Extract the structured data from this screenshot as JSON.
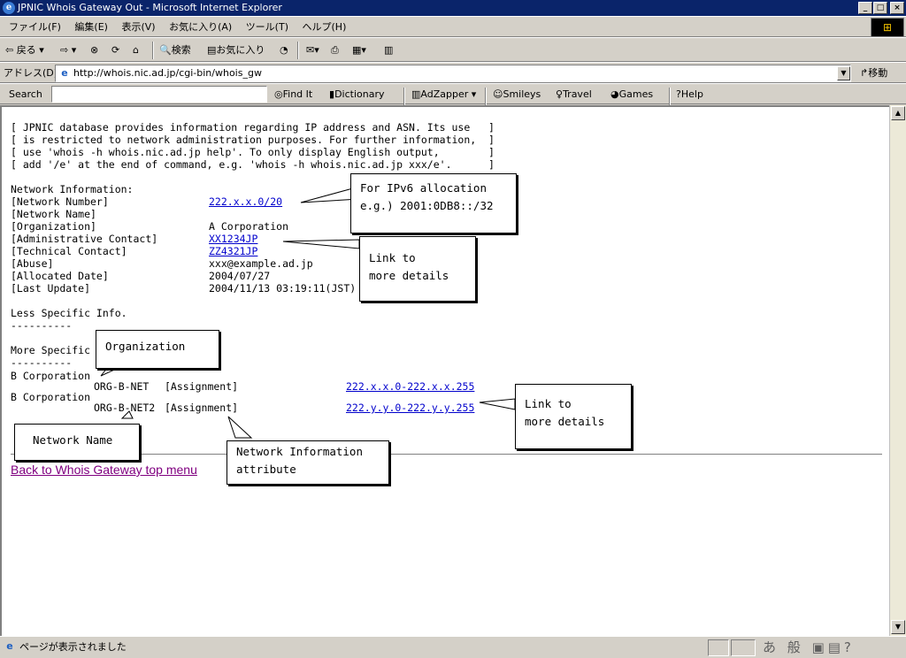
{
  "window": {
    "title": "JPNIC Whois Gateway Out - Microsoft Internet Explorer"
  },
  "menubar": {
    "items": [
      "ファイル(F)",
      "編集(E)",
      "表示(V)",
      "お気に入り(A)",
      "ツール(T)",
      "ヘルプ(H)"
    ]
  },
  "toolbar": {
    "back": "戻る",
    "search": "検索",
    "favorites": "お気に入り"
  },
  "address": {
    "label": "アドレス(D)",
    "url": "http://whois.nic.ad.jp/cgi-bin/whois_gw",
    "go": "移動"
  },
  "searchbar": {
    "label": "Search",
    "input_value": "",
    "find_it": "Find It",
    "dictionary": "Dictionary",
    "adzapper": "AdZapper",
    "smileys": "Smileys",
    "travel": "Travel",
    "games": "Games",
    "help": "Help"
  },
  "page": {
    "notice": [
      "[ JPNIC database provides information regarding IP address and ASN. Its use   ]",
      "[ is restricted to network administration purposes. For further information,  ]",
      "[ use 'whois -h whois.nic.ad.jp help'. To only display English output,        ]",
      "[ add '/e' at the end of command, e.g. 'whois -h whois.nic.ad.jp xxx/e'.      ]"
    ],
    "network_info_heading": "Network Information:",
    "fields": [
      {
        "label": "[Network Number]",
        "value": "222.x.x.0/20",
        "link": true
      },
      {
        "label": "[Network Name]",
        "value": "",
        "link": false
      },
      {
        "label": "[Organization]",
        "value": "A Corporation",
        "link": false
      },
      {
        "label": "[Administrative Contact]",
        "value": "XX1234JP",
        "link": true
      },
      {
        "label": "[Technical Contact]",
        "value": "ZZ4321JP",
        "link": true
      },
      {
        "label": "[Abuse]",
        "value": "xxx@example.ad.jp",
        "link": false
      },
      {
        "label": "[Allocated Date]",
        "value": "2004/07/27",
        "link": false
      },
      {
        "label": "[Last Update]",
        "value": "2004/11/13 03:19:11(JST)",
        "link": false
      }
    ],
    "less_specific": "Less Specific Info.",
    "less_dashes": "----------",
    "more_specific": "More Specific",
    "more_dashes": "----------",
    "assignments": [
      {
        "org": "B Corporation",
        "netname": "ORG-B-NET",
        "attr": "[Assignment]",
        "range": "222.x.x.0-222.x.x.255"
      },
      {
        "org": "B Corporation",
        "netname": "ORG-B-NET2",
        "attr": "[Assignment]",
        "range": "222.y.y.0-222.y.y.255"
      }
    ],
    "back_link": "Back to Whois Gateway top menu"
  },
  "callouts": {
    "ipv6": "For IPv6 allocation\ne.g.) 2001:0DB8::/32",
    "link1": "Link to\nmore details",
    "organization": "Organization",
    "link2": "Link to\nmore details",
    "network_name": "Network Name",
    "attribute": "Network Information\nattribute"
  },
  "statusbar": {
    "text": "ページが表示されました",
    "ime": "あ 般"
  }
}
